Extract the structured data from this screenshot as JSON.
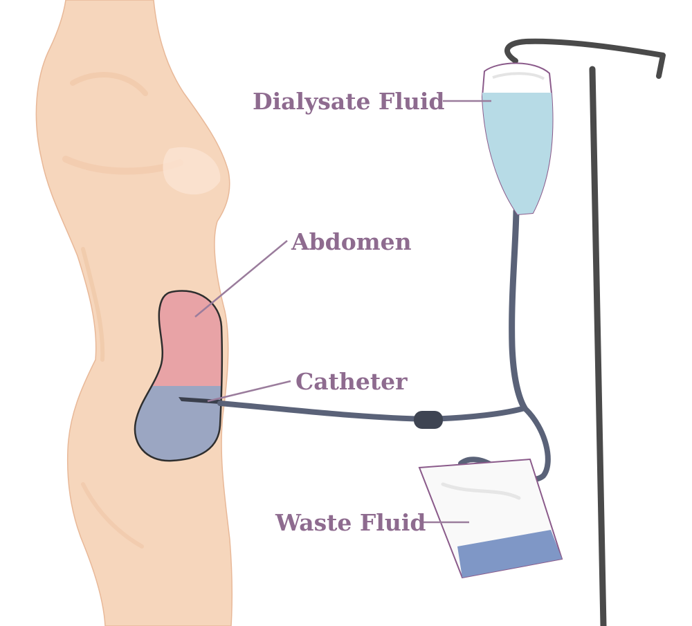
{
  "labels": {
    "dialysate": "Dialysate Fluid",
    "abdomen": "Abdomen",
    "catheter": "Catheter",
    "waste": "Waste Fluid"
  },
  "colors": {
    "label": "#8e6b8f",
    "leader": "#9a7c9c",
    "skin": "#f6d6bc",
    "skin_outline": "#e8b898",
    "abdomen_upper": "#e8a3a6",
    "abdomen_lower": "#9ba6c2",
    "tube": "#5a6278",
    "stand": "#4a4a4a",
    "dialysate_fluid": "#b7dbe6",
    "waste_fluid": "#7f97c6",
    "bag_outline": "#8a5a8a"
  }
}
